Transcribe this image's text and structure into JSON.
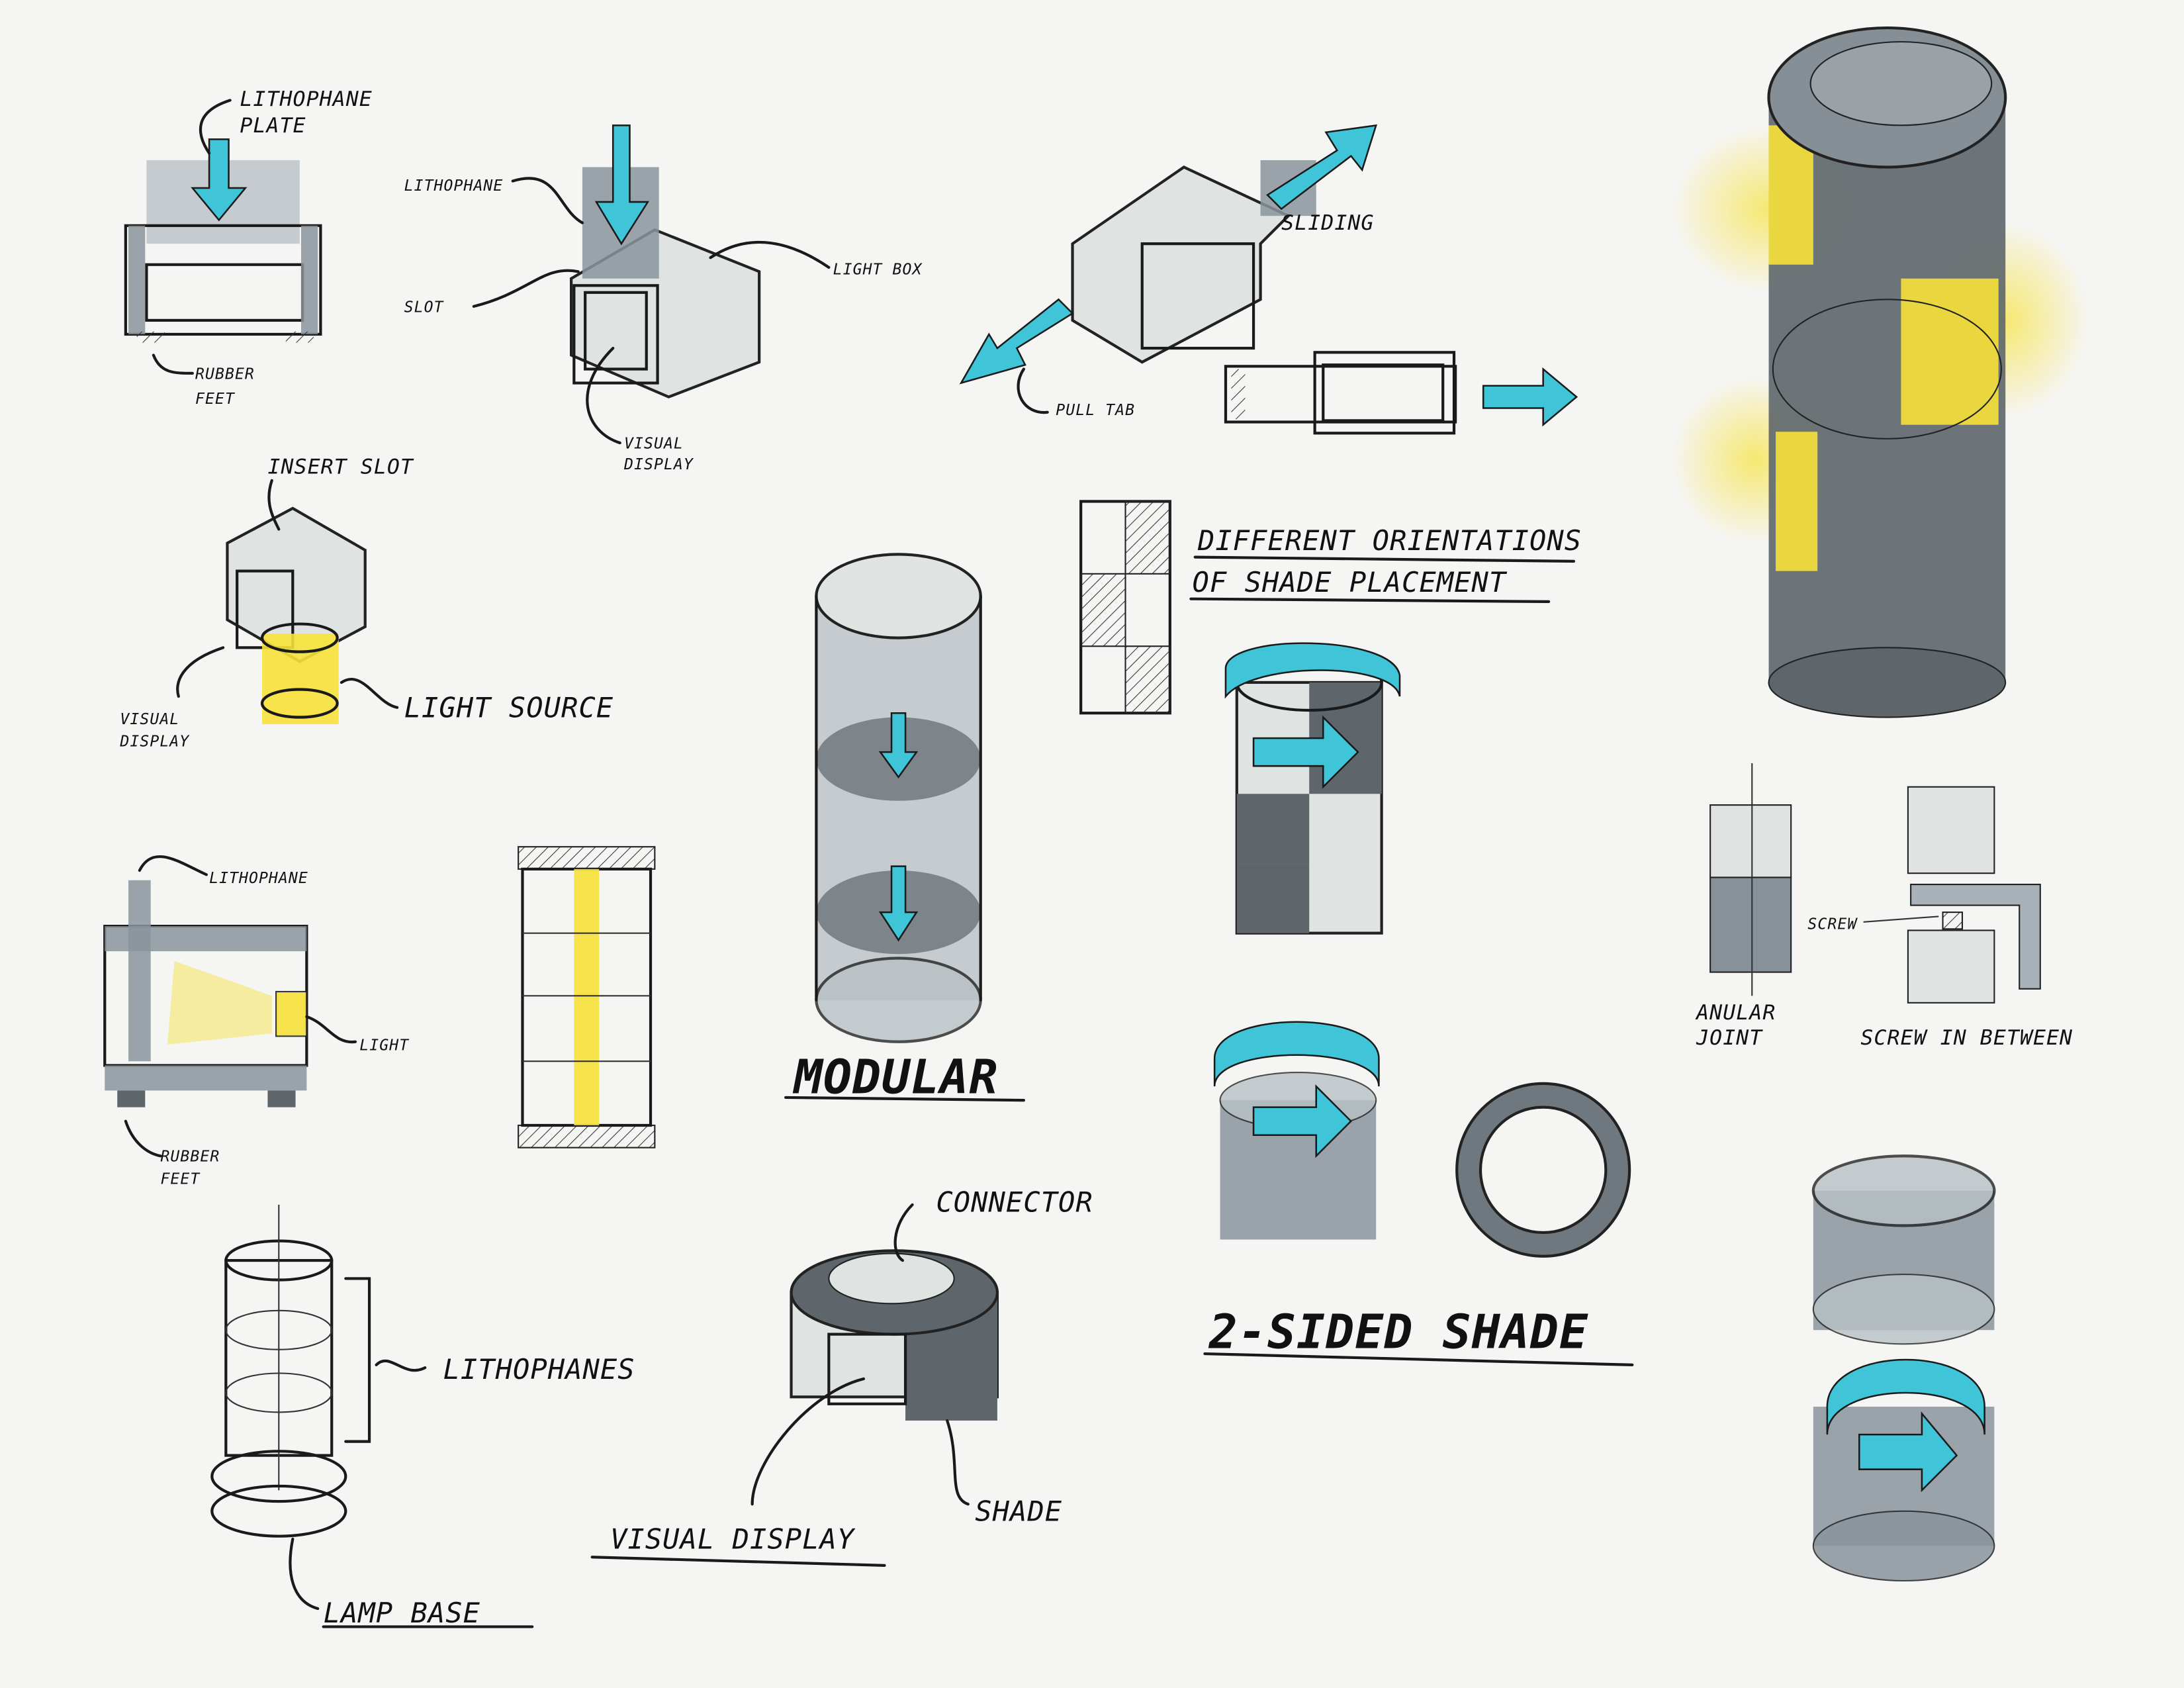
{
  "labels": {
    "lithophane_plate_1": "LITHOPHANE",
    "lithophane_plate_2": "PLATE",
    "rubber_feet_1a": "RUBBER",
    "rubber_feet_1b": "FEET",
    "lithophane_2": "LITHOPHANE",
    "slot": "SLOT",
    "light_box": "LIGHT BOX",
    "visual_display_1a": "VISUAL",
    "visual_display_1b": "DISPLAY",
    "sliding": "SLIDING",
    "pull_tab": "PULL TAB",
    "insert_slot": "INSERT SLOT",
    "visual_display_2a": "VISUAL",
    "visual_display_2b": "DISPLAY",
    "light_source": "LIGHT SOURCE",
    "orientations_1": "DIFFERENT ORIENTATIONS",
    "orientations_2": "OF SHADE PLACEMENT",
    "modular": "MODULAR",
    "lithophane_3": "LITHOPHANE",
    "light": "LIGHT",
    "rubber_feet_2a": "RUBBER",
    "rubber_feet_2b": "FEET",
    "anular_joint_1": "ANULAR",
    "anular_joint_2": "JOINT",
    "screw": "SCREW",
    "screw_in_between": "SCREW IN BETWEEN",
    "connector": "CONNECTOR",
    "lithophanes": "LITHOPHANES",
    "two_sided_shade": "2-SIDED SHADE",
    "visual_display_3": "VISUAL DISPLAY",
    "shade": "SHADE",
    "lamp_base": "LAMP BASE"
  },
  "colors": {
    "accent_cyan": "#3fc4d8",
    "light_yellow": "#f7e23a",
    "shade_grey": "#5e666c"
  }
}
